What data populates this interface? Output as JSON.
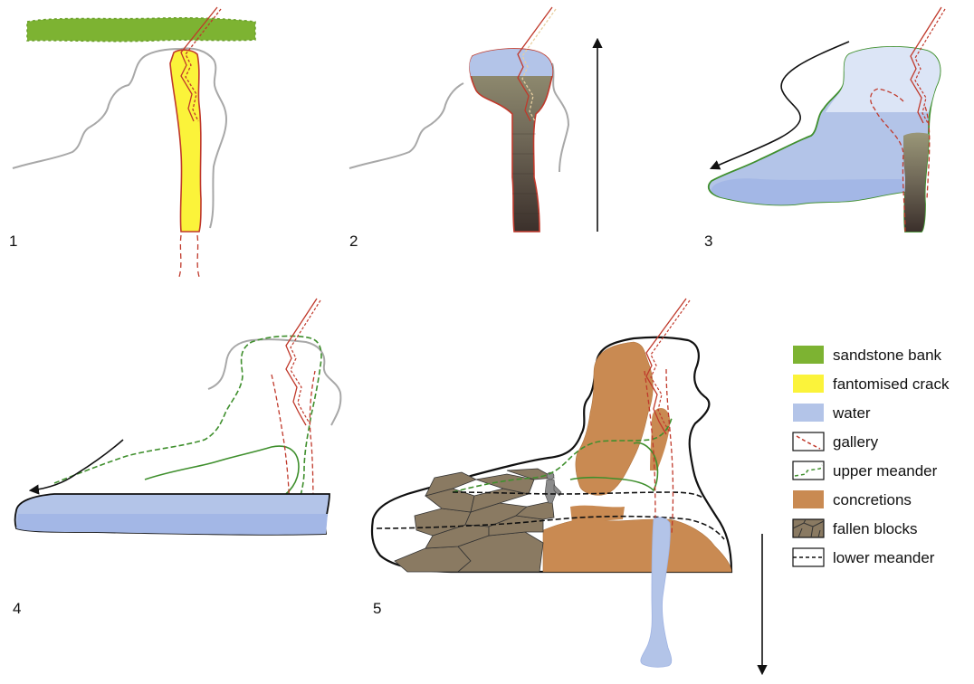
{
  "steps": [
    {
      "label": "1"
    },
    {
      "label": "2"
    },
    {
      "label": "3"
    },
    {
      "label": "4"
    },
    {
      "label": "5"
    }
  ],
  "legend": [
    {
      "label": "sandstone bank",
      "swatch": "solid",
      "color": "#7db332",
      "stroke": "#7db332"
    },
    {
      "label": "fantomised crack",
      "swatch": "solid",
      "color": "#fbf33a",
      "stroke": "#fbf33a"
    },
    {
      "label": "water",
      "swatch": "solid",
      "color": "#b3c4e8",
      "stroke": "#b3c4e8"
    },
    {
      "label": "gallery",
      "swatch": "dashed-box",
      "color": "#ffffff",
      "stroke": "#c0392b"
    },
    {
      "label": "upper meander",
      "swatch": "dashed-box",
      "color": "#ffffff",
      "stroke": "#3f8f2d"
    },
    {
      "label": "concretions",
      "swatch": "solid",
      "color": "#c98a52",
      "stroke": "#c98a52"
    },
    {
      "label": "fallen blocks",
      "swatch": "blocks",
      "color": "#8a7a62",
      "stroke": "#333333"
    },
    {
      "label": "lower meander",
      "swatch": "dashed-box",
      "color": "#ffffff",
      "stroke": "#111111"
    }
  ],
  "colors": {
    "outline_gray": "#a8a8a8",
    "gallery_red": "#c0392b",
    "meander_green": "#3f8f2d",
    "water": "#b3c4e8",
    "water_dark": "#9fb3e3",
    "crack_yellow": "#fbf33a",
    "sand_green": "#7db332",
    "concretion": "#c98a52",
    "blocks": "#8a7a62",
    "sediment_dark": "#3b302b"
  }
}
